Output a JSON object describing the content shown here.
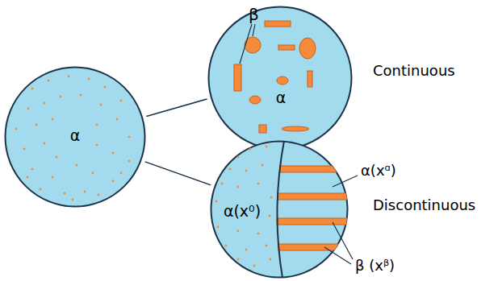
{
  "diagram": {
    "nodes": [
      {
        "text": [
          "α"
        ]
      },
      {
        "text": [
          "α"
        ]
      },
      {
        "text": [
          "α(x⁰)"
        ]
      }
    ],
    "edges": [
      {
        "from": 0,
        "to": 1,
        "arrow": "none"
      },
      {
        "from": 0,
        "to": 2,
        "arrow": "none"
      }
    ],
    "labels": [
      "β",
      "Continuous",
      "α(xᵅ)",
      "Discontinuous",
      "β (xᵝ)"
    ]
  }
}
